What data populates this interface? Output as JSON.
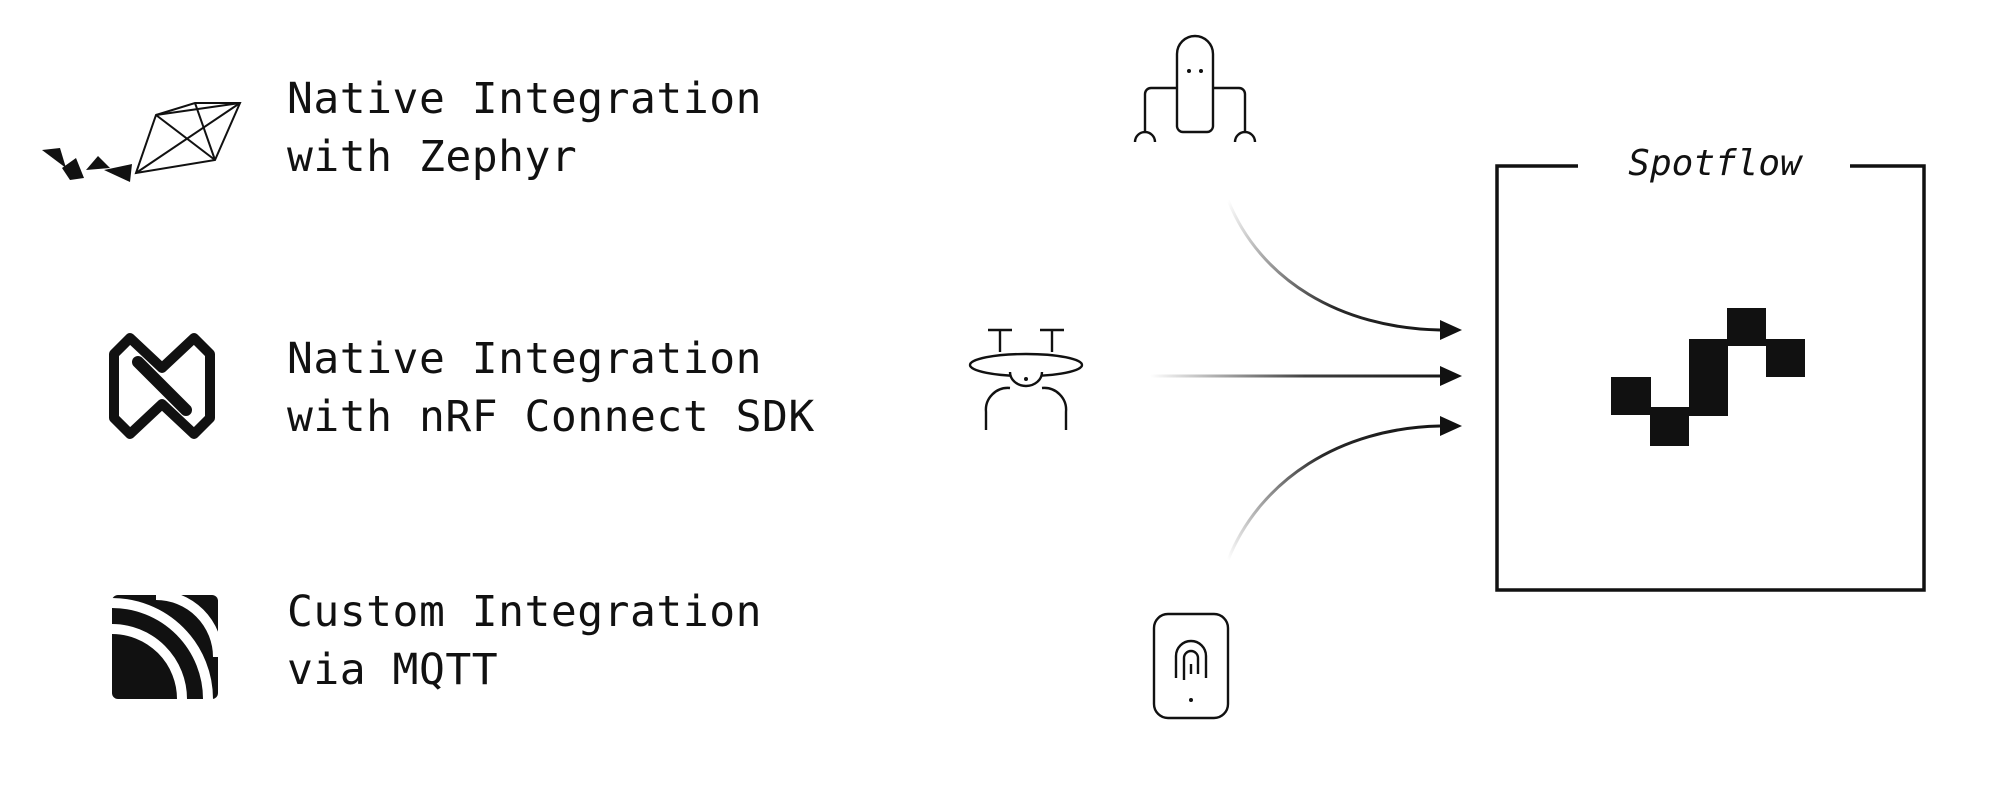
{
  "integrations": [
    {
      "line1": "Native Integration",
      "line2": "with Zephyr",
      "icon": "zephyr-kite-icon"
    },
    {
      "line1": "Native Integration",
      "line2": "with nRF Connect SDK",
      "icon": "nordic-logo-icon"
    },
    {
      "line1": "Custom Integration",
      "line2": "via MQTT",
      "icon": "mqtt-logo-icon"
    }
  ],
  "devices": [
    "robot-icon",
    "drone-icon",
    "fingerprint-reader-icon"
  ],
  "spotflow": {
    "title": "Spotflow",
    "icon": "spotflow-logo-icon"
  },
  "colors": {
    "ink": "#111111",
    "background": "#ffffff"
  }
}
